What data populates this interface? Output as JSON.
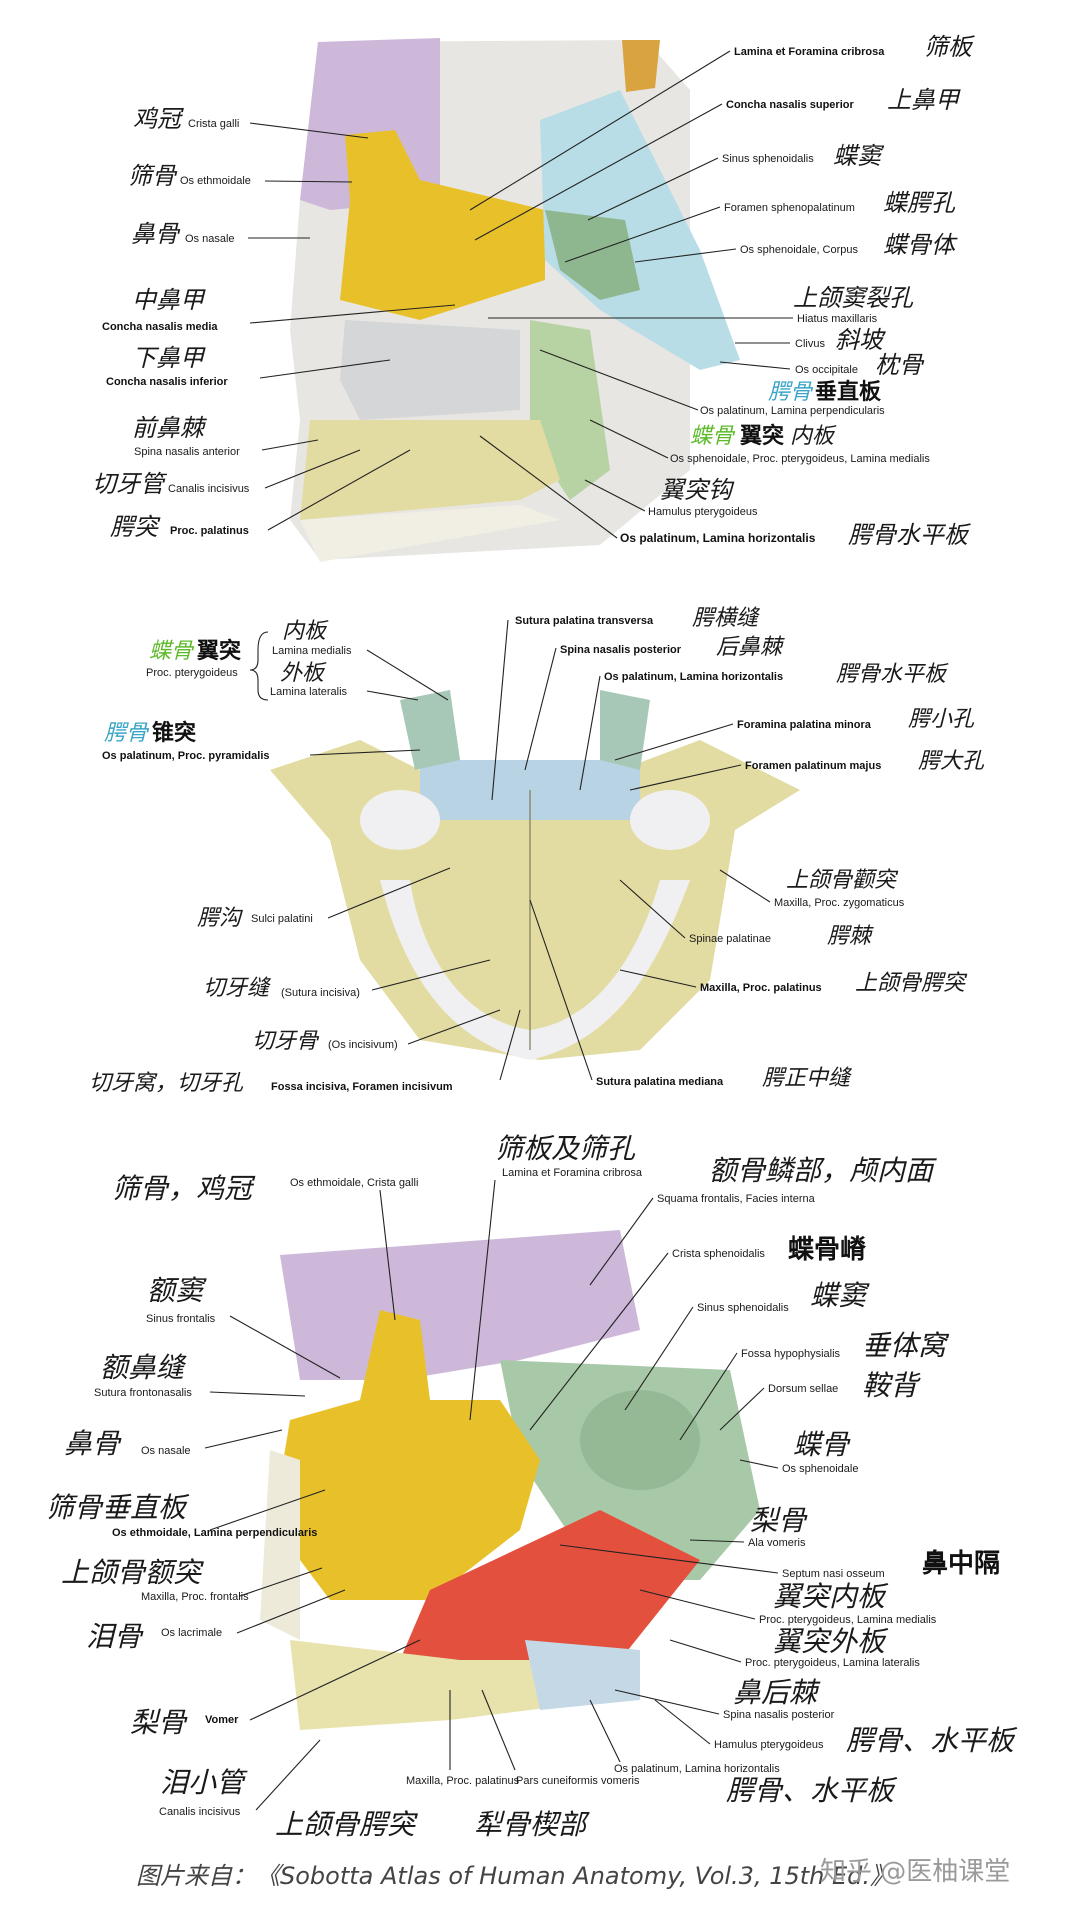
{
  "fig1": {
    "left": [
      {
        "zh": "鸡冠",
        "la": "Crista galli"
      },
      {
        "zh": "筛骨",
        "la": "Os ethmoidale"
      },
      {
        "zh": "鼻骨",
        "la": "Os nasale"
      },
      {
        "zh": "中鼻甲",
        "la": "Concha nasalis media"
      },
      {
        "zh": "下鼻甲",
        "la": "Concha nasalis inferior"
      },
      {
        "zh": "前鼻棘",
        "la": "Spina nasalis anterior"
      },
      {
        "zh": "切牙管",
        "la": "Canalis incisivus"
      },
      {
        "zh": "腭突",
        "la": "Proc. palatinus"
      }
    ],
    "right": [
      {
        "la": "Lamina et Foramina cribrosa",
        "zh": "筛板"
      },
      {
        "la": "Concha nasalis superior",
        "zh": "上鼻甲"
      },
      {
        "la": "Sinus sphenoidalis",
        "zh": "蝶窦"
      },
      {
        "la": "Foramen sphenopalatinum",
        "zh": "蝶腭孔"
      },
      {
        "la": "Os sphenoidale, Corpus",
        "zh": "蝶骨体"
      },
      {
        "zh": "上颌窦裂孔",
        "la": "Hiatus maxillaris"
      },
      {
        "la": "Clivus",
        "zh": "斜坡"
      },
      {
        "la": "Os occipitale",
        "zh": "枕骨"
      },
      {
        "zh1": "腭骨",
        "zh2": "垂直板",
        "la": "Os palatinum, Lamina perpendicularis"
      },
      {
        "zh1": "蝶骨",
        "zh2": "翼突",
        "zh3": "内板",
        "la": "Os sphenoidale, Proc. pterygoideus, Lamina medialis"
      },
      {
        "zh": "翼突钩",
        "la": "Hamulus pterygoideus"
      },
      {
        "la": "Os palatinum, Lamina horizontalis",
        "zh": "腭骨水平板"
      }
    ]
  },
  "fig2": {
    "ptery": {
      "zh1": "蝶骨",
      "zh2": "翼突",
      "la": "Proc. pterygoideus",
      "inner_zh": "内板",
      "inner_la": "Lamina medialis",
      "outer_zh": "外板",
      "outer_la": "Lamina lateralis"
    },
    "pyramid": {
      "zh1": "腭骨",
      "zh2": "锥突",
      "la": "Os palatinum, Proc. pyramidalis"
    },
    "left": [
      {
        "zh": "腭沟",
        "la": "Sulci palatini"
      },
      {
        "zh": "切牙缝",
        "la": "(Sutura incisiva)"
      },
      {
        "zh": "切牙骨",
        "la": "(Os incisivum)"
      },
      {
        "zh": "切牙窝，切牙孔",
        "la": "Fossa incisiva, Foramen incisivum"
      }
    ],
    "right": [
      {
        "la": "Sutura palatina transversa",
        "zh": "腭横缝"
      },
      {
        "la": "Spina nasalis posterior",
        "zh": "后鼻棘"
      },
      {
        "la": "Os palatinum, Lamina horizontalis",
        "zh": "腭骨水平板"
      },
      {
        "la": "Foramina palatina minora",
        "zh": "腭小孔"
      },
      {
        "la": "Foramen palatinum majus",
        "zh": "腭大孔"
      },
      {
        "zh": "上颌骨颧突",
        "la": "Maxilla, Proc. zygomaticus"
      },
      {
        "la": "Spinae palatinae",
        "zh": "腭棘"
      },
      {
        "la": "Maxilla, Proc. palatinus",
        "zh": "上颌骨腭突"
      },
      {
        "la": "Sutura palatina mediana",
        "zh": "腭正中缝"
      }
    ]
  },
  "fig3": {
    "top": [
      {
        "zh": "筛骨，鸡冠",
        "la": "Os ethmoidale, Crista galli"
      },
      {
        "zh": "筛板及筛孔",
        "la": "Lamina et Foramina cribrosa"
      },
      {
        "zh": "额骨鳞部，颅内面",
        "la": "Squama frontalis, Facies interna"
      }
    ],
    "left": [
      {
        "zh": "额窦",
        "la": "Sinus frontalis"
      },
      {
        "zh": "额鼻缝",
        "la": "Sutura frontonasalis"
      },
      {
        "zh": "鼻骨",
        "la": "Os nasale"
      },
      {
        "zh": "筛骨垂直板",
        "la": "Os ethmoidale, Lamina perpendicularis"
      },
      {
        "zh": "上颌骨额突",
        "la": "Maxilla, Proc. frontalis"
      },
      {
        "zh": "泪骨",
        "la": "Os lacrimale"
      },
      {
        "zh": "梨骨",
        "la": "Vomer"
      },
      {
        "zh": "泪小管",
        "la": "Canalis incisivus"
      }
    ],
    "right": [
      {
        "la": "Crista sphenoidalis",
        "zh": "蝶骨嵴"
      },
      {
        "la": "Sinus sphenoidalis",
        "zh": "蝶窦"
      },
      {
        "la": "Fossa hypophysialis",
        "zh": "垂体窝"
      },
      {
        "la": "Dorsum sellae",
        "zh": "鞍背"
      },
      {
        "zh": "蝶骨",
        "la": "Os sphenoidale"
      },
      {
        "zh": "梨骨",
        "la": "Ala vomeris"
      },
      {
        "la": "Septum nasi osseum",
        "zh": "鼻中隔"
      },
      {
        "zh": "翼突内板",
        "la": "Proc. pterygoideus, Lamina medialis"
      },
      {
        "zh": "翼突外板",
        "la": "Proc. pterygoideus, Lamina lateralis"
      },
      {
        "zh": "鼻后棘",
        "la": "Spina nasalis posterior"
      },
      {
        "la": "Hamulus pterygoideus",
        "zh": "腭骨、水平板"
      },
      {
        "la": "Os palatinum, Lamina horizontalis",
        "zh": "腭骨、水平板"
      }
    ],
    "bottom": [
      {
        "la": "Maxilla, Proc. palatinus",
        "zh": "上颌骨腭突"
      },
      {
        "la": "Pars cuneiformis vomeris",
        "zh": "犁骨楔部"
      }
    ]
  },
  "caption": "图片来自：《Sobotta Atlas of Human Anatomy, Vol.3, 15th Ed.》",
  "watermark": "知乎 @医柚课堂"
}
